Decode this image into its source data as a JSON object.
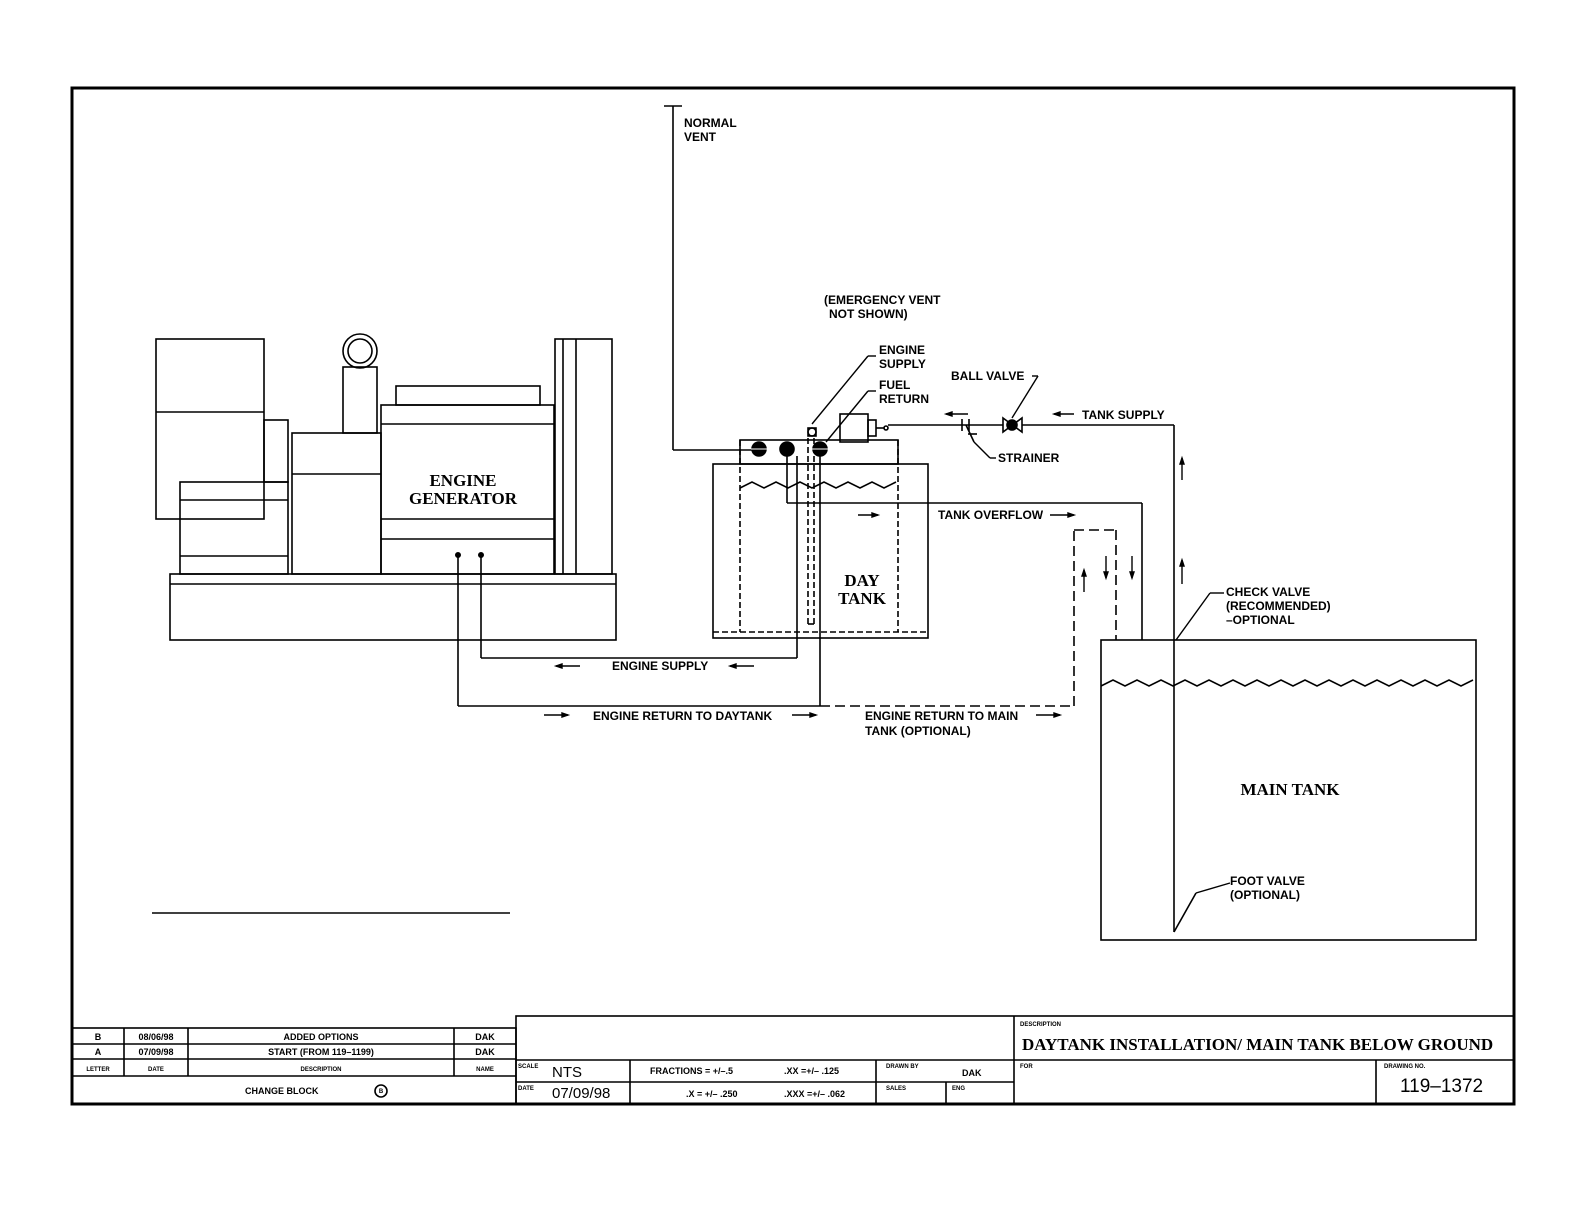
{
  "labels": {
    "normal_vent": [
      "NORMAL",
      "VENT"
    ],
    "emergency_vent": [
      "(EMERGENCY VENT",
      "NOT SHOWN)"
    ],
    "engine_supply_top": [
      "ENGINE",
      "SUPPLY"
    ],
    "fuel_return": [
      "FUEL",
      "RETURN"
    ],
    "ball_valve": "BALL VALVE",
    "tank_supply": "TANK SUPPLY",
    "strainer": "STRAINER",
    "engine_generator": [
      "ENGINE",
      "GENERATOR"
    ],
    "tank_overflow": "TANK OVERFLOW",
    "day_tank": [
      "DAY",
      "TANK"
    ],
    "check_valve": [
      "CHECK VALVE",
      "(RECOMMENDED)",
      "–OPTIONAL"
    ],
    "engine_supply_bottom": "ENGINE SUPPLY",
    "engine_return_daytank": "ENGINE RETURN TO DAYTANK",
    "engine_return_main": [
      "ENGINE RETURN TO MAIN",
      "TANK (OPTIONAL)"
    ],
    "main_tank": "MAIN TANK",
    "foot_valve": [
      "FOOT VALVE",
      "(OPTIONAL)"
    ]
  },
  "title_block": {
    "revisions": [
      {
        "letter": "B",
        "date": "08/06/98",
        "description": "ADDED OPTIONS",
        "name": "DAK"
      },
      {
        "letter": "A",
        "date": "07/09/98",
        "description": "START (FROM 119–1199)",
        "name": "DAK"
      }
    ],
    "headers": {
      "letter": "LETTER",
      "date": "DATE",
      "description": "DESCRIPTION",
      "name": "NAME"
    },
    "change_block": "CHANGE BLOCK",
    "change_block_mark": "B",
    "scale_label": "SCALE",
    "scale": "NTS",
    "date_label": "DATE",
    "date": "07/09/98",
    "tolerances": {
      "fractions": "FRACTIONS = +/–.5",
      "xx": ".XX =+/– .125",
      "x": ".X = +/– .250",
      "xxx": ".XXX =+/– .062"
    },
    "drawn_by_label": "DRAWN BY",
    "drawn_by": "DAK",
    "sales_label": "SALES",
    "eng_label": "ENG",
    "description_label": "DESCRIPTION",
    "title": "DAYTANK INSTALLATION/ MAIN TANK BELOW GROUND",
    "for_label": "FOR",
    "drawing_no_label": "DRAWING NO.",
    "drawing_no": "119–1372"
  }
}
